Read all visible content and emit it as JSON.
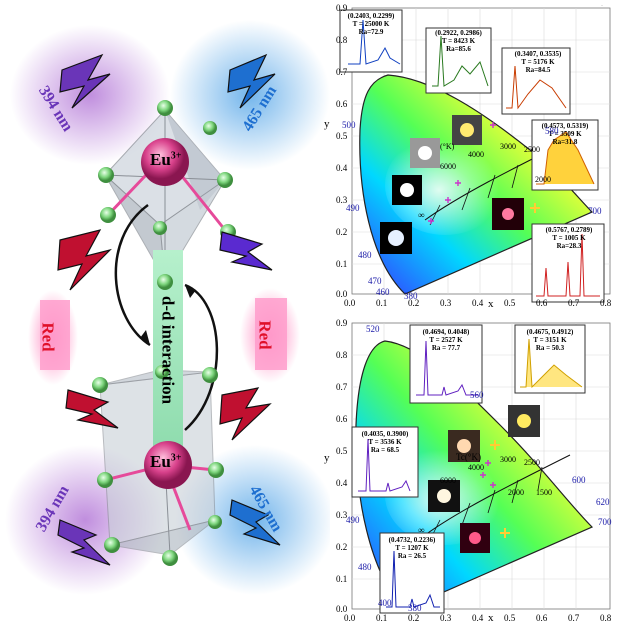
{
  "left_panel": {
    "ion_top": "Eu",
    "ion_bottom": "Eu",
    "ion_charge": "3+",
    "interaction_label": "d-d interaction",
    "emission_left": "Red",
    "emission_right": "Red",
    "excitation_top_left": "394 nm",
    "excitation_top_right": "465 nm",
    "excitation_bottom_left": "394 nm",
    "excitation_bottom_right": "465 nm",
    "colors": {
      "violet_glow": "#b57ad8",
      "blue_glow": "#5aa8e8",
      "red_glow": "#ff7ab8",
      "red_text": "#e0102a",
      "interaction_green": "#9ae6b8",
      "ion_pink": "#d9428c",
      "ligand_green": "#7ed67e"
    }
  },
  "cie_top": {
    "y_axis_label": "y",
    "x_axis_label": "x",
    "y_ticks": [
      "0.9",
      "0.8",
      "0.7",
      "0.6",
      "0.5",
      "0.4",
      "0.3",
      "0.2",
      "0.1",
      "0.0"
    ],
    "x_ticks": [
      "0.0",
      "0.1",
      "0.2",
      "0.3",
      "0.4",
      "0.5",
      "0.6",
      "0.7",
      "0.8"
    ],
    "wavelength_labels": [
      "500",
      "490",
      "480",
      "470",
      "460",
      "380",
      "580",
      "700"
    ],
    "cct_labels": [
      "4000",
      "3000",
      "2500",
      "6000",
      "2000",
      "(°K)",
      "∞"
    ],
    "insets": [
      {
        "coords": "(0.2403, 0.2299)",
        "T": "T = 25000 K",
        "Ra": "Ra=72.9"
      },
      {
        "coords": "(0.2922, 0.2986)",
        "T": "T = 8423 K",
        "Ra": "Ra=85.6"
      },
      {
        "coords": "(0.3407, 0.3535)",
        "T": "T = 5176 K",
        "Ra": "Ra=84.5"
      },
      {
        "coords": "(0.4573, 0.5319)",
        "T": "T = 3509 K",
        "Ra": "Ra=31.8"
      },
      {
        "coords": "(0.5767, 0.2789)",
        "T": "T = 1005 K",
        "Ra": "Ra=28.3"
      }
    ]
  },
  "cie_bottom": {
    "y_axis_label": "y",
    "x_axis_label": "x",
    "y_ticks": [
      "0.9",
      "0.8",
      "0.7",
      "0.6",
      "0.5",
      "0.4",
      "0.3",
      "0.2",
      "0.1",
      "0.0"
    ],
    "x_ticks": [
      "0.0",
      "0.1",
      "0.2",
      "0.3",
      "0.4",
      "0.5",
      "0.6",
      "0.7",
      "0.8"
    ],
    "wavelength_labels": [
      "520",
      "560",
      "600",
      "620",
      "700",
      "490",
      "480",
      "380",
      "400"
    ],
    "cct_labels": [
      "4000",
      "3000",
      "2500",
      "6000",
      "2000",
      "1500",
      "Tc(°K)",
      "∞"
    ],
    "insets": [
      {
        "coords": "(0.4694, 0.4048)",
        "T": "T = 2527 K",
        "Ra": "Ra = 77.7"
      },
      {
        "coords": "(0.4675, 0.4912)",
        "T": "T = 3151 K",
        "Ra": "Ra = 50.3"
      },
      {
        "coords": "(0.4035, 0.3900)",
        "T": "T = 3536 K",
        "Ra": "Ra = 68.5"
      },
      {
        "coords": "(0.4732, 0.2236)",
        "T": "T = 1207 K",
        "Ra": "Ra = 26.5"
      }
    ]
  }
}
